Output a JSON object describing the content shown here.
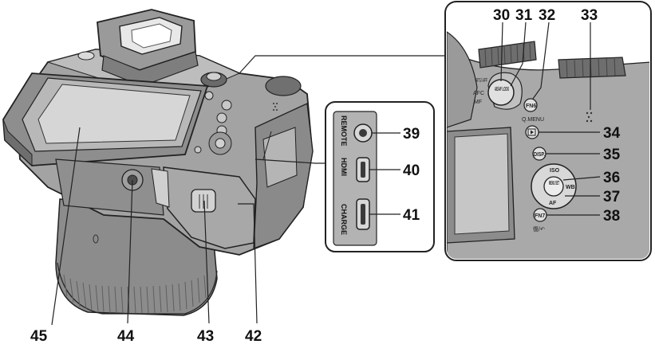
{
  "callouts": {
    "n30": "30",
    "n31": "31",
    "n32": "32",
    "n33": "33",
    "n34": "34",
    "n35": "35",
    "n36": "36",
    "n37": "37",
    "n38": "38",
    "n39": "39",
    "n40": "40",
    "n41": "41",
    "n42": "42",
    "n43": "43",
    "n44": "44",
    "n45": "45"
  },
  "detail_labels": {
    "afs_aff": "AFS/ AFF",
    "afc": "AFC",
    "mf": "MF",
    "ae_af_lock": "AE/AF LOCK",
    "fn6": "FN6",
    "q_menu": "Q.MENU",
    "disp": "DISP.",
    "iso": "ISO",
    "menu_set": "MENU SET",
    "wb": "WB",
    "af": "AF",
    "fn7": "FN7",
    "fn7_sub": "復/↶"
  },
  "port_labels": {
    "remote": "REMOTE",
    "hdmi": "HDMI",
    "charge": "CHARGE"
  },
  "colors": {
    "body": "#9a9a9a",
    "dark": "#6f6f6f",
    "light": "#c6c6c6",
    "outline": "#222222"
  }
}
